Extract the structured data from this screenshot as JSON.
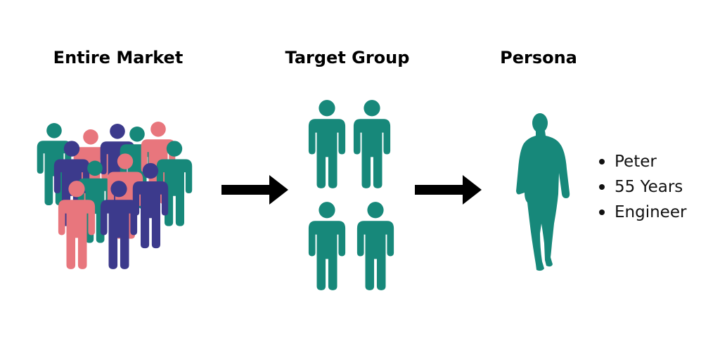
{
  "headings": {
    "entire_market": "Entire Market",
    "target_group": "Target Group",
    "persona": "Persona"
  },
  "persona_attributes": [
    "Peter",
    "55 Years",
    "Engineer"
  ],
  "colors": {
    "teal": "#17887a",
    "pink": "#e8767d",
    "navy": "#3c3a8c",
    "arrow": "#000000"
  },
  "icons": {
    "crowd": "group-of-people-icon",
    "person": "person-icon",
    "persona": "walking-man-silhouette-icon",
    "arrow": "right-arrow-icon"
  }
}
